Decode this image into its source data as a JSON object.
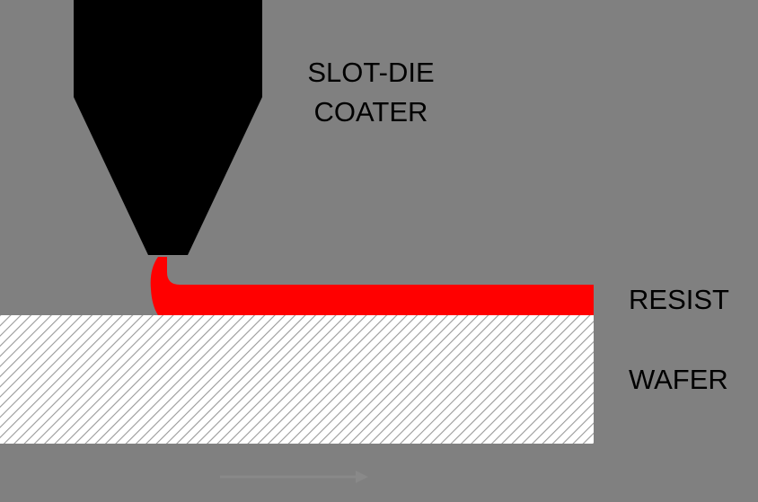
{
  "labels": {
    "coater_line1": "SLOT-DIE",
    "coater_line2": "COATER",
    "resist": "RESIST",
    "wafer": "WAFER"
  },
  "colors": {
    "background": "#808080",
    "coater": "#000000",
    "resist": "#ff0000",
    "wafer_fill": "#ffffff",
    "wafer_hatch": "#9a9a9a",
    "direction_arrow": "#8c8c8c"
  },
  "icons": {
    "direction_arrow": "right-arrow-icon"
  }
}
